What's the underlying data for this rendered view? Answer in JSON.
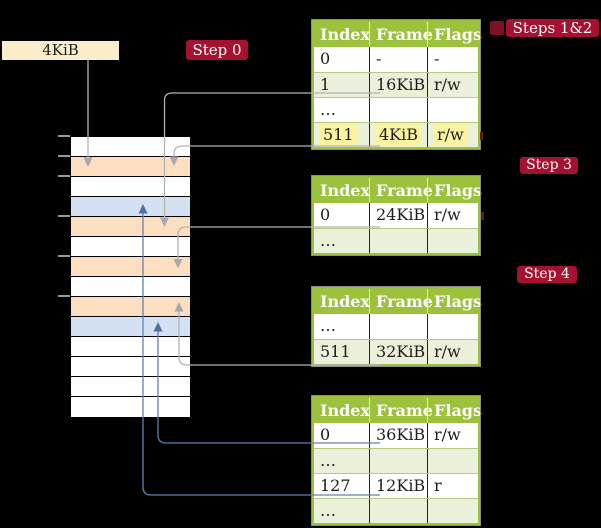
{
  "colors": {
    "background": "#000000",
    "badge_red": "#a51230",
    "badge_red_dark": "#7c1126",
    "table_header_green": "#9cc13c",
    "table_border_green": "#9cc13c",
    "table_row_green": "#ebf0da",
    "row_separator_green": "#b6ca84",
    "row_white": "#ffffff",
    "row_orange": "#fbdfc0",
    "row_blue": "#d3e1f3",
    "box_cream": "#faeeca",
    "highlight_yellow": "#fbf3a0",
    "line_gray": "#b2b2b2",
    "arrow_gray": "#a6aab0",
    "line_blue": "#6081b5",
    "arrow_blue": "#4e6fa5",
    "tick_gray": "#999999",
    "dash_red": "#5a1d1d",
    "text_dark": "#1c1c1c",
    "text_light": "#ffffff"
  },
  "size_label": "4KiB",
  "badges": {
    "step0": "Step 0",
    "steps12": "Steps 1&2",
    "step3": "Step 3",
    "step4": "Step 4"
  },
  "memory_stack": {
    "rows": [
      "white",
      "orange",
      "white",
      "blue",
      "orange",
      "white",
      "orange",
      "white",
      "orange",
      "blue",
      "white",
      "white",
      "white",
      "white"
    ]
  },
  "tables": [
    {
      "headers": [
        "Index",
        "Frame",
        "Flags"
      ],
      "rows": [
        {
          "cells": [
            "0",
            "-",
            "-"
          ]
        },
        {
          "cells": [
            "1",
            "16KiB",
            "r/w"
          ]
        },
        {
          "cells": [
            "…",
            "",
            ""
          ]
        },
        {
          "cells": [
            "511",
            "4KiB",
            "r/w"
          ]
        }
      ]
    },
    {
      "headers": [
        "Index",
        "Frame",
        "Flags"
      ],
      "rows": [
        {
          "cells": [
            "0",
            "24KiB",
            "r/w"
          ]
        },
        {
          "cells": [
            "…",
            "",
            ""
          ]
        }
      ]
    },
    {
      "headers": [
        "Index",
        "Frame",
        "Flags"
      ],
      "rows": [
        {
          "cells": [
            "…",
            "",
            ""
          ]
        },
        {
          "cells": [
            "511",
            "32KiB",
            "r/w"
          ]
        }
      ]
    },
    {
      "headers": [
        "Index",
        "Frame",
        "Flags"
      ],
      "rows": [
        {
          "cells": [
            "0",
            "36KiB",
            "r/w"
          ]
        },
        {
          "cells": [
            "…",
            "",
            ""
          ]
        },
        {
          "cells": [
            "127",
            "12KiB",
            "r"
          ]
        },
        {
          "cells": [
            "…",
            "",
            ""
          ]
        }
      ]
    }
  ]
}
